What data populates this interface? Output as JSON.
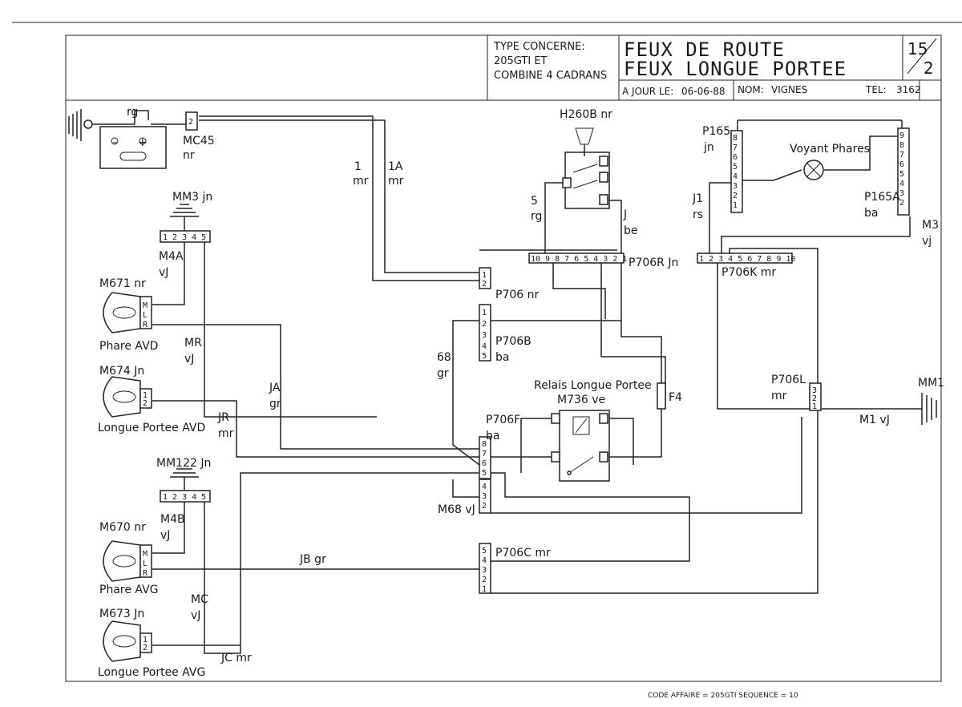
{
  "title_block": {
    "type_label": "TYPE CONCERNE:",
    "type_line2": "205GTI    ET",
    "type_line3": "COMBINE 4 CADRANS",
    "title1": "FEUX DE ROUTE",
    "title2": "FEUX LONGUE PORTEE",
    "page_num": "15",
    "page_den": "2",
    "date_label": "A JOUR LE:",
    "date_value": "06-06-88",
    "name_label": "NOM:",
    "name_value": "VIGNES",
    "tel_label": "TEL:",
    "tel_value": "3162"
  },
  "footer": "CODE AFFAIRE = 205GTI SEQUENCE = 10",
  "labels": {
    "rg_batt": "rg",
    "mc45": "MC45",
    "mc45_color": "nr",
    "w1": "1",
    "w1_color": "mr",
    "w1a": "1A",
    "w1a_color": "mr",
    "h260b": "H260B nr",
    "w5": "5",
    "w5_color": "rg",
    "wj": "J",
    "wj_color": "be",
    "p165": "P165",
    "p165_color": "jn",
    "voyant": "Voyant Phares",
    "p165a": "P165A",
    "p165a_color": "ba",
    "j1": "J1",
    "j1_color": "rs",
    "m3": "M3",
    "m3_color": "vj",
    "mm3": "MM3 jn",
    "m4a": "M4A",
    "m4a_color": "vJ",
    "m671": "M671 nr",
    "phare_avd": "Phare AVD",
    "mr": "MR",
    "mr_color": "vJ",
    "m674": "M674 Jn",
    "lp_avd": "Longue Portee AVD",
    "ja": "JA",
    "ja_color": "gr",
    "jr": "JR",
    "jr_color": "mr",
    "p706r": "P706R Jn",
    "p706k": "P706K mr",
    "p706": "P706 nr",
    "p706b": "P706B",
    "p706b_color": "ba",
    "w68": "68",
    "w68_color": "gr",
    "relais": "Relais Longue Portee",
    "m736": "M736 ve",
    "f4": "F4",
    "p706f": "P706F",
    "p706f_color": "ba",
    "p706l": "P706L",
    "p706l_color": "mr",
    "mm1": "MM1",
    "m1": "M1 vJ",
    "mm122": "MM122 Jn",
    "m4b": "M4B",
    "m4b_color": "vJ",
    "m670": "M670 nr",
    "phare_avg": "Phare AVG",
    "m68": "M68 vJ",
    "jb": "JB gr",
    "p706c": "P706C mr",
    "mc": "MC",
    "mc_color": "vJ",
    "m673": "M673 Jn",
    "lp_avg": "Longue Portee AVG",
    "jc": "JC mr"
  }
}
